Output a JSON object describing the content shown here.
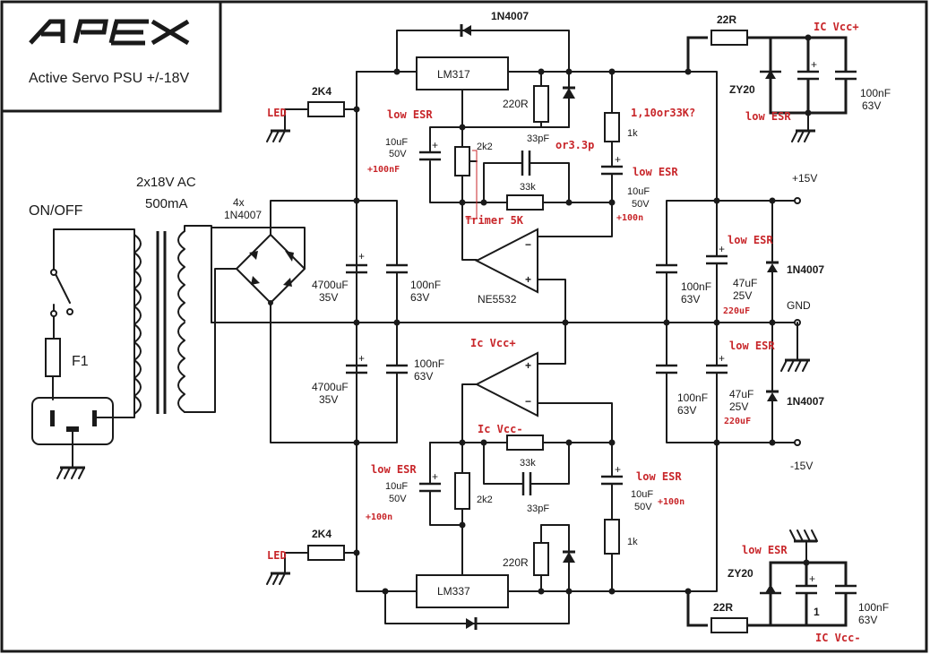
{
  "header": {
    "logo": "APEX",
    "title": "Active Servo PSU +/-18V"
  },
  "labels": {
    "on_off": "ON/OFF",
    "fuse": "F1",
    "transformer_line1": "2x18V AC",
    "transformer_line2": "500mA",
    "bridge_count": "4x",
    "bridge_diode": "1N4007",
    "bulk_cap_top_value": "4700uF",
    "bulk_cap_top_voltage": "35V",
    "bulk_cap_bot_value": "4700uF",
    "bulk_cap_bot_voltage": "35V",
    "film_cap_top_value": "100nF",
    "film_cap_top_voltage": "63V",
    "film_cap_bot_value": "100nF",
    "film_cap_bot_voltage": "63V",
    "led_res_top": "2K4",
    "led_res_bot": "2K4",
    "led_top": "LED",
    "led_bot": "LED",
    "reg_pos": "LM317",
    "reg_neg": "LM337",
    "diode_top": "1N4007",
    "res_220_top": "220R",
    "res_220_bot": "220R",
    "cap_10u_top_value": "10uF",
    "cap_10u_top_voltage": "50V",
    "pot_top": "2k2",
    "pot_bot": "2k2",
    "c33p_top": "33pF",
    "c33p_bot": "33pF",
    "r33k_top": "33k",
    "r33k_bot": "33k",
    "r1k_top": "1k",
    "r1k_bot": "1k",
    "cap_10u_out_top_value": "10uF",
    "cap_10u_out_top_voltage": "50V",
    "cap_10u_bot_value": "10uF",
    "cap_10u_bot_voltage": "50V",
    "cap_10u_out_bot_value": "10uF",
    "cap_10u_out_bot_voltage": "50V",
    "opamp": "NE5532",
    "out_cap_top_value": "100nF",
    "out_cap_top_voltage": "63V",
    "out_cap_bot_value": "100nF",
    "out_cap_bot_voltage": "63V",
    "out_elec_top_value": "47uF",
    "out_elec_top_voltage": "25V",
    "out_elec_bot_value": "47uF",
    "out_elec_bot_voltage": "25V",
    "rail_pos": "+15V",
    "rail_gnd": "GND",
    "rail_neg": "-15V",
    "diode_out_top": "1N4007",
    "diode_out_bot": "1N4007",
    "r22_top": "22R",
    "r22_bot": "22R",
    "zener_top": "ZY20",
    "zener_bot": "ZY20",
    "sub_cap_top_value": "100nF",
    "sub_cap_top_voltage": "63V",
    "sub_cap_bot_value": "100nF",
    "sub_cap_bot_voltage": "63V",
    "pin_one": "1"
  },
  "annotations": {
    "low_esr_1": "low ESR",
    "low_esr_2": "low ESR",
    "low_esr_3": "low ESR",
    "low_esr_4": "low ESR",
    "low_esr_5": "low ESR",
    "low_esr_6": "low ESR",
    "low_esr_7": "low ESR",
    "low_esr_8": "low ESR",
    "plus100nF": "+100nF",
    "plus100n_a": "+100n",
    "plus100n_b": "+100n",
    "plus100n_c": "+100n",
    "res_option": "1,10or33K?",
    "cap_option": "or3.3p",
    "trimmer": "Trimer 5K",
    "ic_vcc_plus_mid": "Ic Vcc+",
    "ic_vcc_minus_mid": "Ic Vcc-",
    "ic_vcc_plus_top": "IC Vcc+",
    "ic_vcc_minus_bot": "IC Vcc-",
    "e220uF_a": "220uF",
    "e220uF_b": "220uF"
  },
  "colors": {
    "ink": "#1a1a1a",
    "annotation": "#c8262a",
    "background": "#ffffff"
  }
}
